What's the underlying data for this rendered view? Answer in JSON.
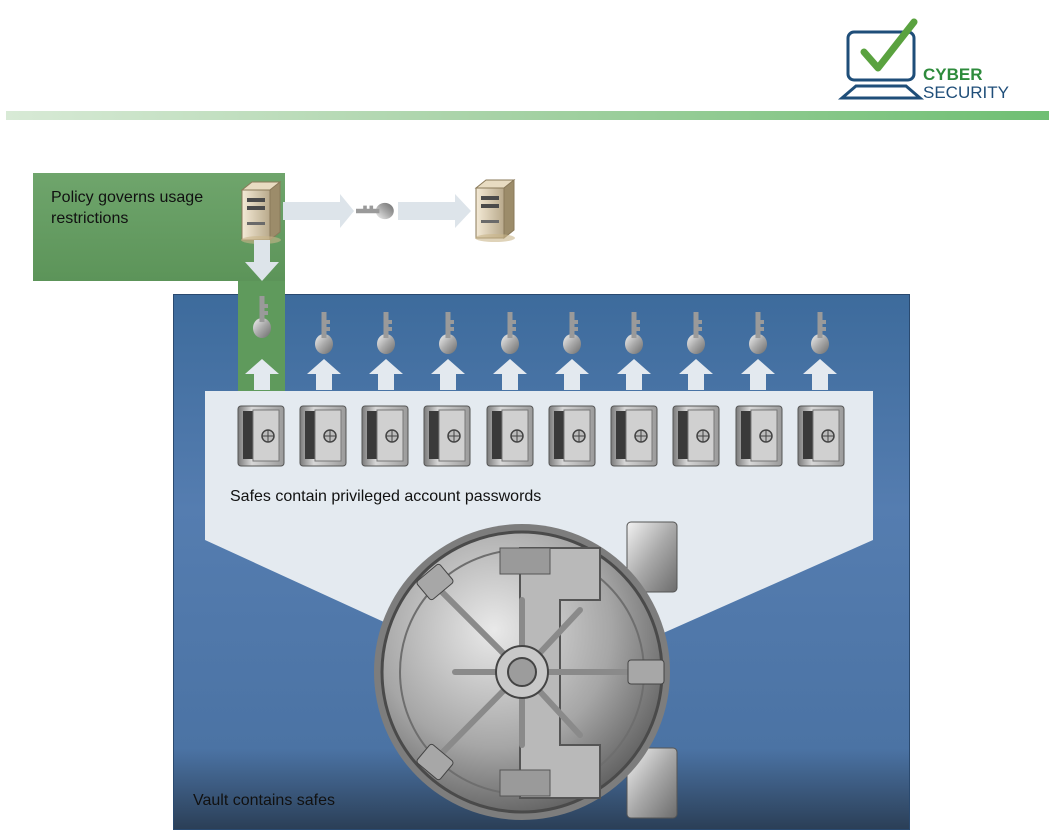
{
  "logo": {
    "line1": "CYBER",
    "line2": "SECURITY"
  },
  "policy": {
    "text": "Policy governs usage restrictions"
  },
  "safes": {
    "label": "Safes contain privileged account passwords",
    "count": 10
  },
  "vault": {
    "label": "Vault contains safes"
  },
  "colors": {
    "accent_green": "#5f9a5c",
    "vault_blue": "#4b73a4",
    "logo_green": "#2e8b3c",
    "logo_blue": "#1f4e79"
  }
}
